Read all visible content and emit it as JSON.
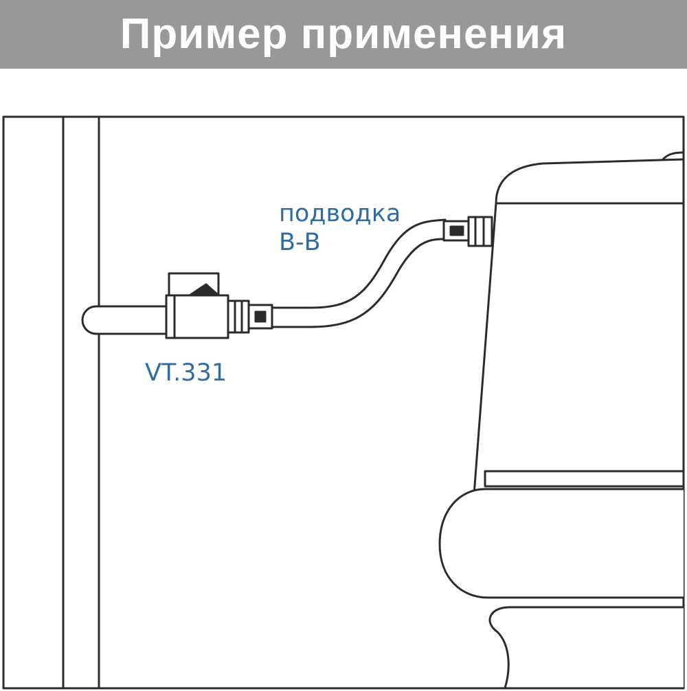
{
  "header": {
    "title": "Пример применения",
    "background_color": "#98989a",
    "text_color": "#ffffff"
  },
  "diagram": {
    "line_color": "#2b2b2b",
    "label_color": "#2e6da4",
    "hose_label": {
      "line1": "подводка",
      "line2": "В-В"
    },
    "valve_label": "VT.331",
    "components": [
      "wall",
      "pipe",
      "ball-valve-icon",
      "flexible-hose",
      "toilet-cistern",
      "toilet-bowl"
    ]
  }
}
